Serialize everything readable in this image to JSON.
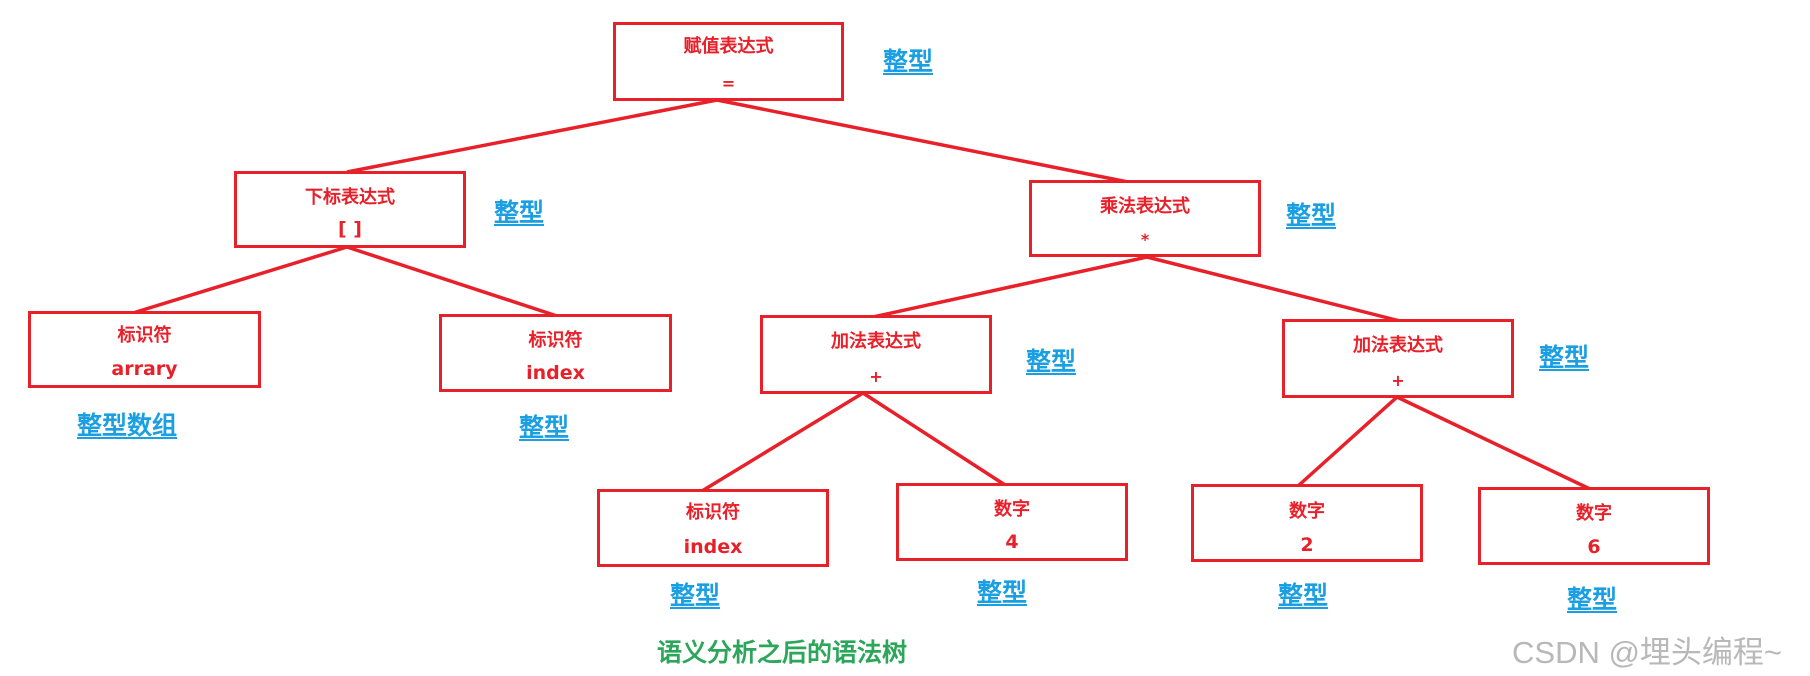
{
  "nodes": {
    "assign": {
      "title": "赋值表达式",
      "symbol": "=",
      "type": "整型"
    },
    "subscript": {
      "title": "下标表达式",
      "symbol": "[ ]",
      "type": "整型"
    },
    "multiply": {
      "title": "乘法表达式",
      "symbol": "*",
      "type": "整型"
    },
    "ident_array": {
      "title": "标识符",
      "symbol": "arrary",
      "type": "整型数组"
    },
    "ident_index_top": {
      "title": "标识符",
      "symbol": "index",
      "type": "整型"
    },
    "add_left": {
      "title": "加法表达式",
      "symbol": "+",
      "type": "整型"
    },
    "add_right": {
      "title": "加法表达式",
      "symbol": "+",
      "type": "整型"
    },
    "ident_index_bottom": {
      "title": "标识符",
      "symbol": "index",
      "type": "整型"
    },
    "num_4": {
      "title": "数字",
      "symbol": "4",
      "type": "整型"
    },
    "num_2": {
      "title": "数字",
      "symbol": "2",
      "type": "整型"
    },
    "num_6": {
      "title": "数字",
      "symbol": "6",
      "type": "整型"
    }
  },
  "caption": "语义分析之后的语法树",
  "watermark": "CSDN @埋头编程~",
  "colors": {
    "node_border": "#e8202a",
    "node_text": "#e8202a",
    "type_label": "#1a9fe3",
    "caption": "#2ca65a",
    "watermark": "#b8b8b8"
  }
}
